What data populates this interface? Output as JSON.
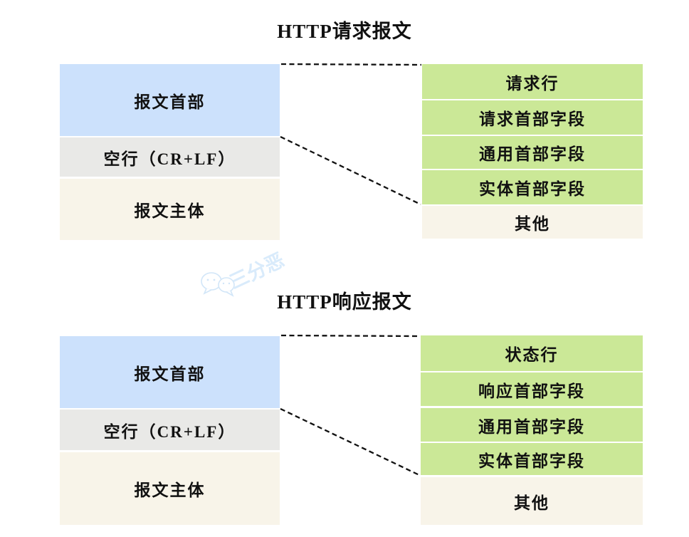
{
  "colors": {
    "header_blue": "#cce1fc",
    "field_green": "#cbe897",
    "blank_gray": "#e9e9e7",
    "body_cream": "#f8f4e9",
    "dashed_line": "#111111",
    "watermark_blue": "#d9ebfb"
  },
  "watermark": {
    "icon": "wechat-logo",
    "text": "三分恶"
  },
  "request_diagram": {
    "title": "HTTP请求报文",
    "left_rows": [
      {
        "label": "报文首部"
      },
      {
        "label": "空行（CR+LF）"
      },
      {
        "label": "报文主体"
      }
    ],
    "right_rows": [
      {
        "label": "请求行"
      },
      {
        "label": "请求首部字段"
      },
      {
        "label": "通用首部字段"
      },
      {
        "label": "实体首部字段"
      },
      {
        "label": "其他"
      }
    ]
  },
  "response_diagram": {
    "title": "HTTP响应报文",
    "left_rows": [
      {
        "label": "报文首部"
      },
      {
        "label": "空行（CR+LF）"
      },
      {
        "label": "报文主体"
      }
    ],
    "right_rows": [
      {
        "label": "状态行"
      },
      {
        "label": "响应首部字段"
      },
      {
        "label": "通用首部字段"
      },
      {
        "label": "实体首部字段"
      },
      {
        "label": "其他"
      }
    ]
  }
}
